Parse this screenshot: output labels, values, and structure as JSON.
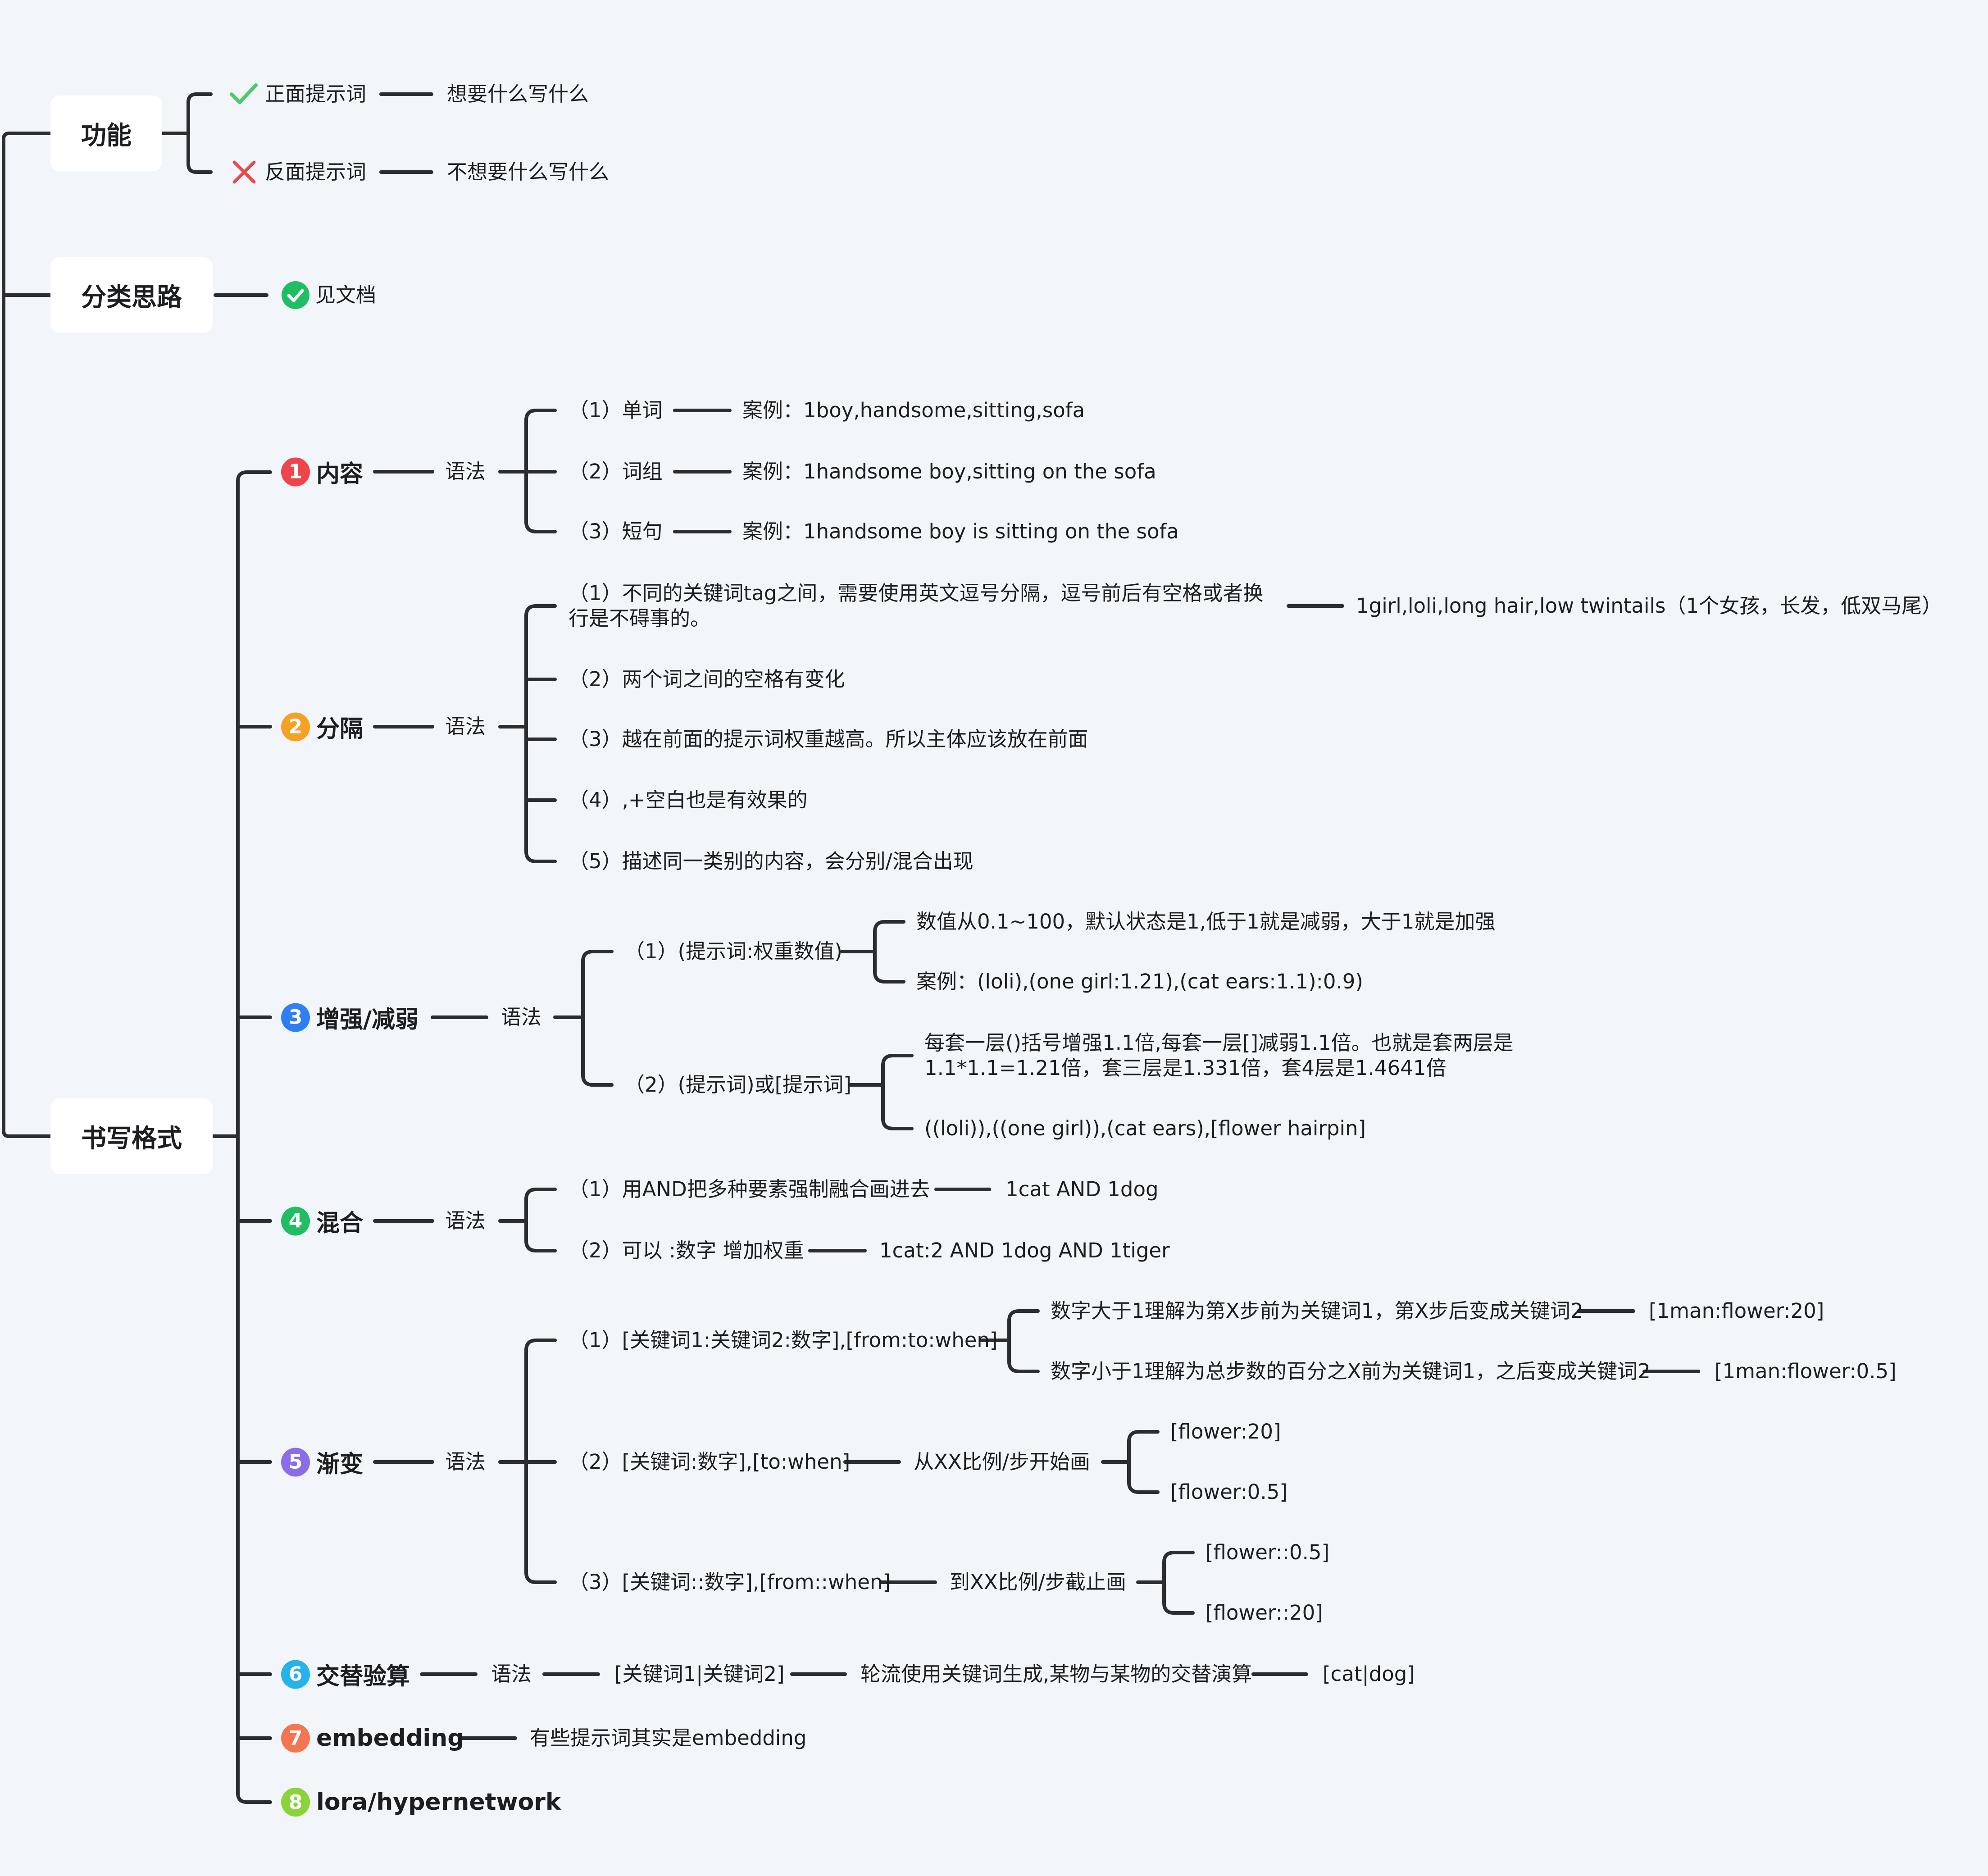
{
  "colors": {
    "background": "#f2f5f9",
    "line": "#2b2d31",
    "check": "#4cc96b",
    "cross": "#e8484b",
    "badge1": "#f0444b",
    "badge2": "#f4a124",
    "badge3": "#2f7ef3",
    "badge4": "#1fbe63",
    "badge5": "#8b6ee6",
    "badge6": "#26b3ec",
    "badge7": "#f4754f",
    "badge8": "#8ad33a"
  },
  "icons": {
    "positive": "check-icon",
    "negative": "cross-icon",
    "doc": "check-circle-icon"
  },
  "gongneng": {
    "title": "功能",
    "positive": "正面提示词",
    "positive_desc": "想要什么写什么",
    "negative": "反面提示词",
    "negative_desc": "不想要什么写什么"
  },
  "fenlei": {
    "title": "分类思路",
    "doc": "见文档"
  },
  "shuxie": {
    "title": "书写格式",
    "syntax": "语法",
    "c1": {
      "num": "1",
      "title": "内容",
      "items": [
        {
          "label": "（1）单词",
          "example": "案例：1boy,handsome,sitting,sofa"
        },
        {
          "label": "（2）词组",
          "example": "案例：1handsome boy,sitting on the sofa"
        },
        {
          "label": "（3）短句",
          "example": "案例：1handsome boy is  sitting on the sofa"
        }
      ]
    },
    "c2": {
      "num": "2",
      "title": "分隔",
      "items": [
        "（1）不同的关键词tag之间，需要使用英文逗号分隔，逗号前后有空格或者换行是不碍事的。",
        "（2）两个词之间的空格有变化",
        "（3）越在前面的提示词权重越高。所以主体应该放在前面",
        "（4）,+空白也是有效果的",
        "（5）描述同一类别的内容，会分别/混合出现"
      ],
      "example": "1girl,loli,long hair,low twintails（1个女孩，长发，低双马尾）"
    },
    "c3": {
      "num": "3",
      "title": "增强/减弱",
      "a_label": "（1）(提示词:权重数值)",
      "a_items": [
        "数值从0.1~100，默认状态是1,低于1就是减弱，大于1就是加强",
        "案例：(loli),(one girl:1.21),(cat ears:1.1):0.9)"
      ],
      "b_label": "（2）(提示词)或[提示词]",
      "b_items": [
        "每套一层()括号增强1.1倍,每套一层[]减弱1.1倍。也就是套两层是1.1*1.1=1.21倍，套三层是1.331倍，套4层是1.4641倍",
        "((loli)),((one girl)),(cat ears),[flower hairpin]"
      ]
    },
    "c4": {
      "num": "4",
      "title": "混合",
      "items": [
        {
          "label": "（1）用AND把多种要素强制融合画进去",
          "example": "1cat AND 1dog"
        },
        {
          "label": "（2）可以 :数字 增加权重",
          "example": "1cat:2 AND 1dog AND 1tiger"
        }
      ]
    },
    "c5": {
      "num": "5",
      "title": "渐变",
      "a_label": "（1）[关键词1:关键词2:数字],[from:to:when]",
      "a_items": [
        {
          "text": "数字大于1理解为第X步前为关键词1，第X步后变成关键词2",
          "example": "[1man:flower:20]"
        },
        {
          "text": "数字小于1理解为总步数的百分之X前为关键词1，之后变成关键词2",
          "example": "[1man:flower:0.5]"
        }
      ],
      "b_label": "（2）[关键词:数字],[to:when]",
      "b_mid": "从XX比例/步开始画",
      "b_items": [
        "[flower:20]",
        "[flower:0.5]"
      ],
      "c_label": "（3）[关键词::数字],[from::when]",
      "c_mid": "到XX比例/步截止画",
      "c_items": [
        "[flower::0.5]",
        "[flower::20]"
      ]
    },
    "c6": {
      "num": "6",
      "title": "交替验算",
      "chain": [
        "[关键词1|关键词2]",
        "轮流使用关键词生成,某物与某物的交替演算",
        "[cat|dog]"
      ]
    },
    "c7": {
      "num": "7",
      "title": "embedding",
      "desc": "有些提示词其实是embedding"
    },
    "c8": {
      "num": "8",
      "title": "lora/hypernetwork"
    }
  }
}
